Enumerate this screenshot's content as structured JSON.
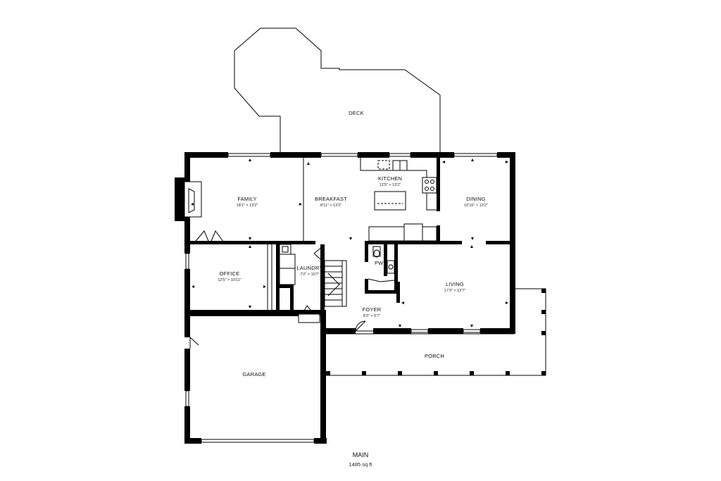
{
  "floor": {
    "title": "MAIN",
    "area": "1485 sq ft"
  },
  "rooms": {
    "deck": {
      "name": "DECK"
    },
    "family": {
      "name": "FAMILY",
      "dims": "18'1\" × 13'2\""
    },
    "breakfast": {
      "name": "BREAKFAST",
      "dims": "8'11\" × 13'2\""
    },
    "kitchen": {
      "name": "KITCHEN",
      "dims": "12'5\" × 13'2\""
    },
    "dining": {
      "name": "DINING",
      "dims": "10'10\" × 13'2\""
    },
    "office": {
      "name": "OFFICE",
      "dims": "12'5\" × 10'11\""
    },
    "laundry": {
      "name": "LAUNDRY",
      "dims": "7'2\" × 10'7\""
    },
    "pwd": {
      "name": "PWD"
    },
    "living": {
      "name": "LIVING",
      "dims": "17'3\" × 13'7\""
    },
    "foyer": {
      "name": "FOYER",
      "dims": "8'3\" × 5'7\""
    },
    "porch": {
      "name": "PORCH"
    },
    "garage": {
      "name": "GARAGE"
    }
  }
}
